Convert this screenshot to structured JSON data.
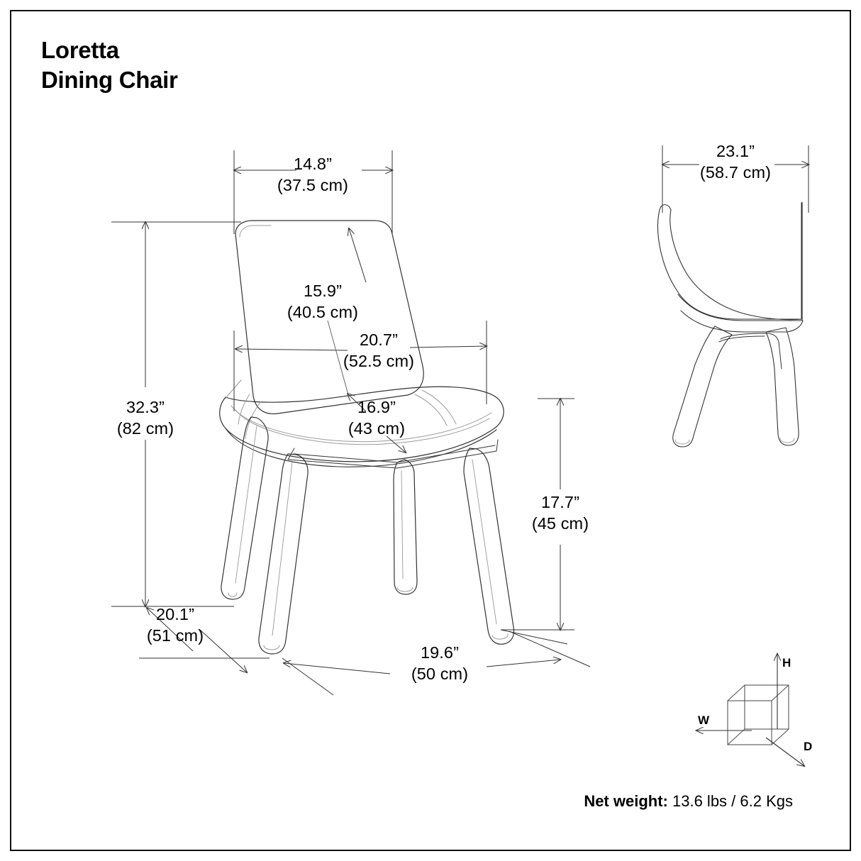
{
  "document": {
    "title_line1": "Loretta",
    "title_line2": "Dining Chair"
  },
  "dimensions": {
    "top_width": {
      "imperial": "14.8”",
      "metric": "(37.5 cm)"
    },
    "back_height": {
      "imperial": "15.9”",
      "metric": "(40.5 cm)"
    },
    "seat_width": {
      "imperial": "20.7”",
      "metric": "(52.5 cm)"
    },
    "seat_depth": {
      "imperial": "16.9”",
      "metric": "(43 cm)"
    },
    "overall_height": {
      "imperial": "32.3”",
      "metric": "(82 cm)"
    },
    "seat_height": {
      "imperial": "17.7”",
      "metric": "(45 cm)"
    },
    "base_depth": {
      "imperial": "20.1”",
      "metric": "(51 cm)"
    },
    "base_width": {
      "imperial": "19.6”",
      "metric": "(50 cm)"
    },
    "side_depth": {
      "imperial": "23.1”",
      "metric": "(58.7 cm)"
    }
  },
  "axis_legend": {
    "height_label": "H",
    "width_label": "W",
    "depth_label": "D"
  },
  "footer": {
    "net_weight_label": "Net weight:",
    "net_weight_value": "13.6 lbs / 6.2 Kgs"
  },
  "colors": {
    "line": "#333333",
    "light_line": "#9a9a9a",
    "text": "#000000",
    "border": "#111111",
    "background": "#ffffff"
  }
}
